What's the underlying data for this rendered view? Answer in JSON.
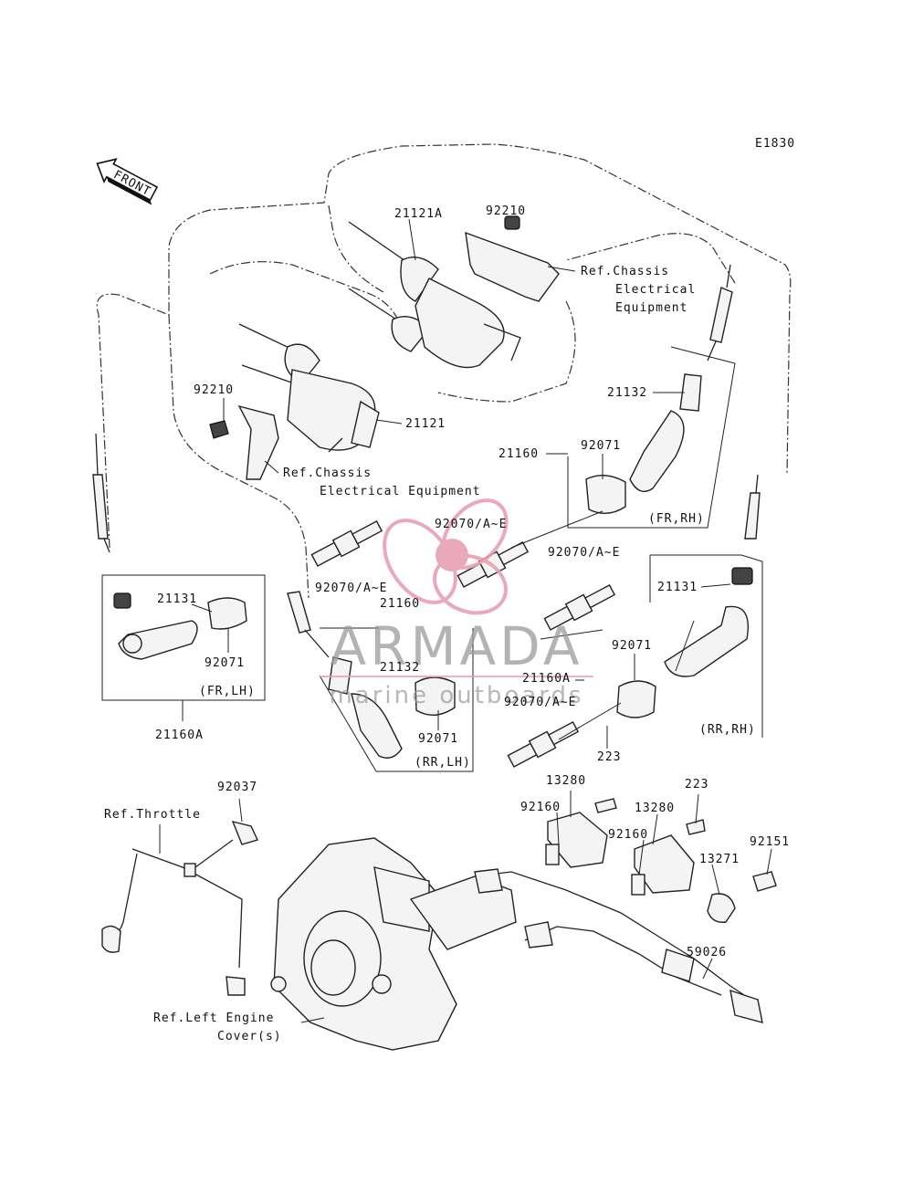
{
  "diagram_code": "E1830",
  "front_label": "FRONT",
  "watermark": {
    "brand": "ARMADA",
    "tagline": "marine outboards",
    "color": "#e8a0b4"
  },
  "labels": {
    "p92210_top": "92210",
    "p21121A": "21121A",
    "ref_chassis_1_a": "Ref.Chassis",
    "ref_chassis_1_b": "Electrical",
    "ref_chassis_1_c": "Equipment",
    "p92210_left": "92210",
    "p21121": "21121",
    "ref_chassis_2_a": "Ref.Chassis",
    "ref_chassis_2_b": "Electrical Equipment",
    "p21132_right": "21132",
    "p21160_right": "21160",
    "p92071_fr_rh": "92071",
    "fr_rh": "(FR,RH)",
    "p92070_a": "92070/A~E",
    "p92070_b": "92070/A~E",
    "p92070_c": "92070/A~E",
    "p92070_d": "92070/A~E",
    "p21160_mid": "21160",
    "p21131_left": "21131",
    "p92071_fr_lh": "92071",
    "fr_lh": "(FR,LH)",
    "p21160A_left": "21160A",
    "p21132_mid": "21132",
    "p92071_rr_lh": "92071",
    "rr_lh": "(RR,LH)",
    "p21160A_mid": "21160A",
    "p21131_right": "21131",
    "p92071_rr_rh": "92071",
    "rr_rh": "(RR,RH)",
    "p223_a": "223",
    "p13280_a": "13280",
    "p92160_a": "92160",
    "p13280_b": "13280",
    "p223_b": "223",
    "p92160_b": "92160",
    "p13271": "13271",
    "p92151": "92151",
    "p92037": "92037",
    "ref_throttle": "Ref.Throttle",
    "p59026": "59026",
    "ref_left_engine_a": "Ref.Left Engine",
    "ref_left_engine_b": "Cover(s)"
  }
}
